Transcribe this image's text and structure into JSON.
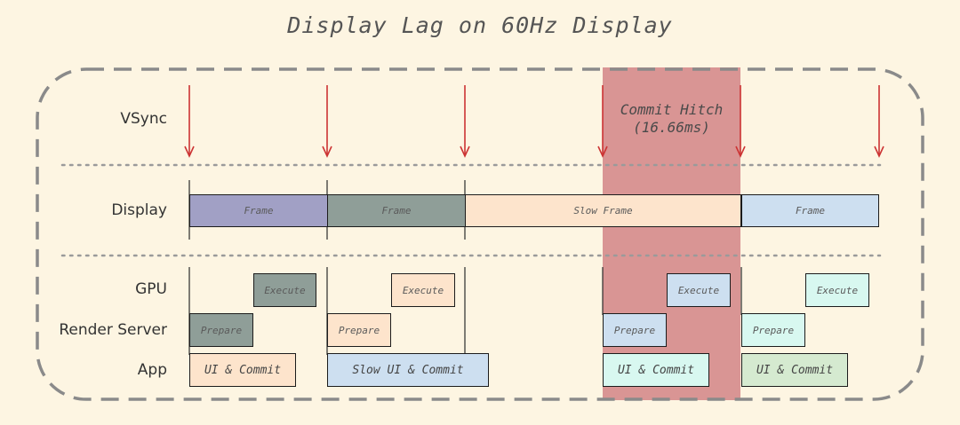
{
  "title": "Display Lag on 60Hz Display",
  "row_labels": {
    "vsync": "VSync",
    "display": "Display",
    "gpu": "GPU",
    "render_server": "Render Server",
    "app": "App"
  },
  "hitch": {
    "line1": "Commit Hitch",
    "line2": "(16.66ms)",
    "color": "#d99594"
  },
  "display_frames": [
    {
      "label": "Frame",
      "color": "#a1a0c5"
    },
    {
      "label": "Frame",
      "color": "#8f9e98"
    },
    {
      "label": "Slow Frame",
      "color": "#fde4cc"
    },
    {
      "label": "Frame",
      "color": "#cddff0"
    }
  ],
  "gpu_boxes": [
    {
      "label": "Execute",
      "color": "#8f9e98"
    },
    {
      "label": "Execute",
      "color": "#fde4cc"
    },
    {
      "label": "Execute",
      "color": "#cddff0"
    },
    {
      "label": "Execute",
      "color": "#d8f8f0"
    }
  ],
  "render_boxes": [
    {
      "label": "Prepare",
      "color": "#8f9e98"
    },
    {
      "label": "Prepare",
      "color": "#fde4cc"
    },
    {
      "label": "Prepare",
      "color": "#cddff0"
    },
    {
      "label": "Prepare",
      "color": "#d8f8f0"
    }
  ],
  "app_boxes": [
    {
      "label": "UI & Commit",
      "color": "#fde4cc"
    },
    {
      "label": "Slow UI & Commit",
      "color": "#cddff0"
    },
    {
      "label": "UI & Commit",
      "color": "#d8f8f0"
    },
    {
      "label": "UI & Commit",
      "color": "#d5ead0"
    }
  ],
  "colors": {
    "vsync_arrow": "#cc3333",
    "frame_border": "#1c1c1c",
    "dashed_border": "#8a8a8a"
  }
}
